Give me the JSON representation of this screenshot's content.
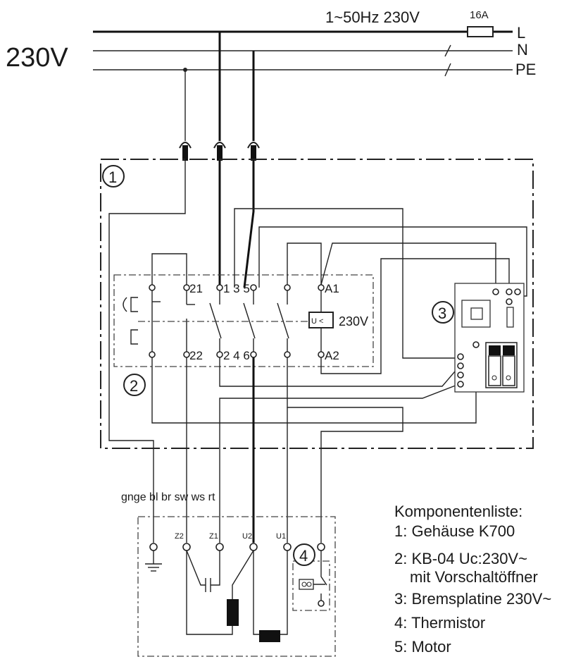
{
  "supply": {
    "voltage": "230V",
    "spec": "1~50Hz 230V",
    "fuse": "16A",
    "lines": [
      "L",
      "N",
      "PE"
    ]
  },
  "components": {
    "enclosure_id": "1",
    "switch_id": "2",
    "brake_board_id": "3",
    "thermistor_id": "4"
  },
  "switch": {
    "terminals_top": [
      "21",
      "1 3 5",
      "A1"
    ],
    "terminals_bottom": [
      "22",
      "2 4 6",
      "A2"
    ],
    "coil_symbol": "U <",
    "coil_voltage": "230V"
  },
  "motor": {
    "wire_colors": "gnge bl br sw ws rt",
    "terminals": [
      "Z2",
      "Z1",
      "U2",
      "U1"
    ]
  },
  "legend": {
    "title": "Komponentenliste:",
    "items": [
      "1: Gehäuse K700",
      "2: KB-04 Uc:230V~",
      "mit Vorschaltöffner",
      "3: Bremsplatine 230V~",
      "4: Thermistor",
      "5: Motor"
    ]
  }
}
